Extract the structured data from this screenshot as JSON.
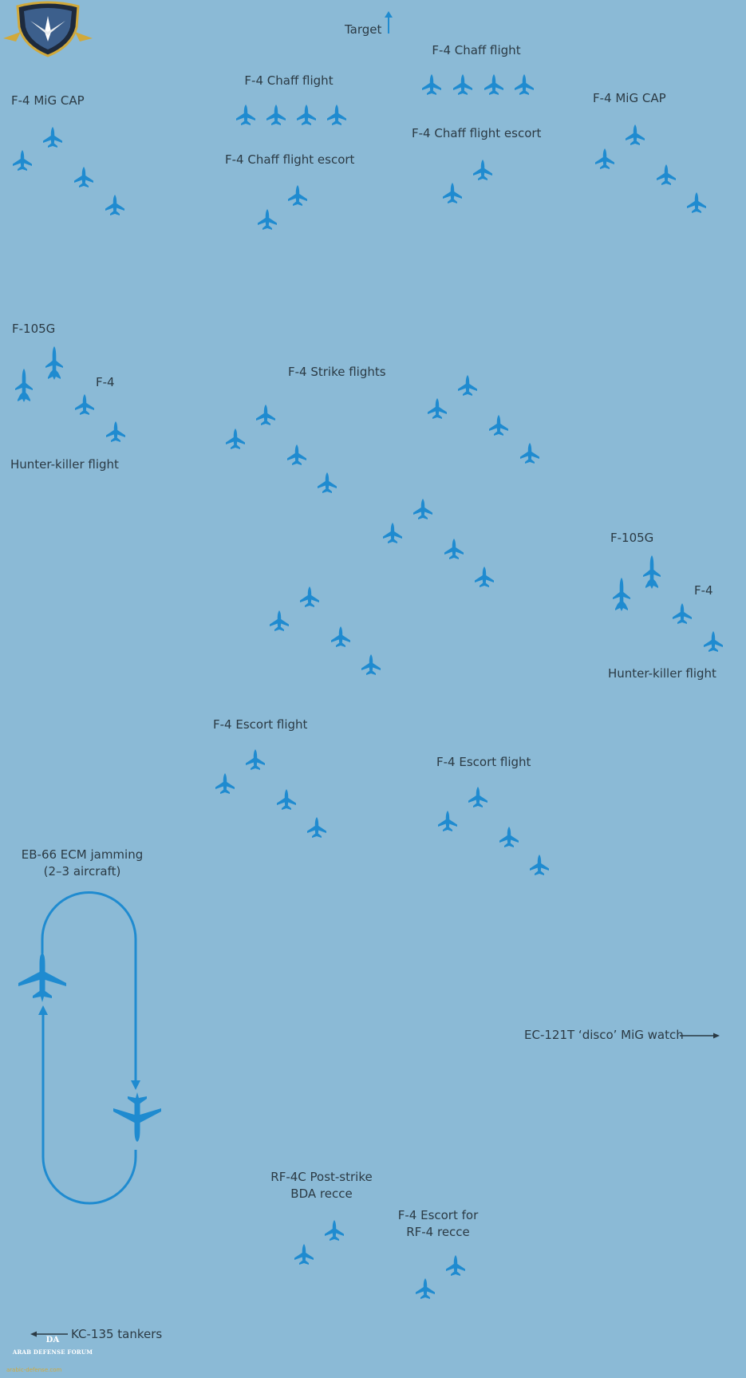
{
  "colors": {
    "background": "#8bbad6",
    "aircraft": "#1f8bd0",
    "text": "#2b3a44"
  },
  "labels": {
    "target": "Target",
    "chaff_flight_left": "F-4 Chaff flight",
    "chaff_flight_right": "F-4 Chaff flight",
    "chaff_escort_left": "F-4 Chaff flight escort",
    "chaff_escort_right": "F-4 Chaff flight escort",
    "mig_cap_left": "F-4 MiG CAP",
    "mig_cap_right": "F-4 MiG CAP",
    "f105g_left": "F-105G",
    "f4_left": "F-4",
    "hunter_killer_left": "Hunter-killer flight",
    "strike_flights": "F-4 Strike flights",
    "f105g_right": "F-105G",
    "f4_right": "F-4",
    "hunter_killer_right": "Hunter-killer flight",
    "escort_flight_left": "F-4 Escort flight",
    "escort_flight_right": "F-4 Escort flight",
    "eb66": "EB-66 ECM jamming\n(2–3 aircraft)",
    "ec121t": "EC-121T ‘disco’ MiG watch",
    "rf4c": "RF-4C Post-strike\nBDA recce",
    "rf4_escort": "F-4 Escort for\nRF-4 recce",
    "kc135": "KC-135 tankers"
  },
  "watermark": {
    "monogram": "DA",
    "name": "ARAB DEFENSE FORUM",
    "url": "arabic-defense.com"
  },
  "icons": {
    "fighter": "fighter-jet-icon",
    "wild_weasel": "f-105g-icon",
    "jammer": "eb-66-aircraft-icon",
    "orbit": "racetrack-orbit",
    "arrow": "arrow-icon"
  }
}
